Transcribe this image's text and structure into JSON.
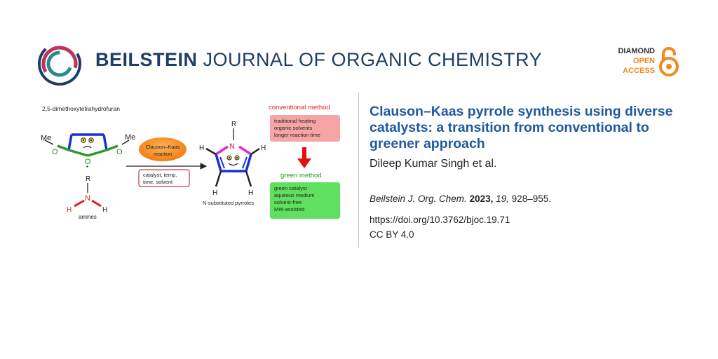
{
  "journal": {
    "name_bold": "BEILSTEIN",
    "name_rest": "JOURNAL OF ORGANIC CHEMISTRY"
  },
  "access_badge": {
    "line1": "DIAMOND",
    "line2": "OPEN",
    "line3": "ACCESS",
    "icon": "open-lock-icon",
    "color": "#f08a1c"
  },
  "article": {
    "title": "Clauson–Kaas pyrrole synthesis using diverse catalysts: a transition from conventional to greener approach",
    "authors": "Dileep Kumar Singh et al.",
    "citation": {
      "journal_abbr": "Beilstein J. Org. Chem.",
      "year": "2023,",
      "volume": "19,",
      "pages": "928–955."
    },
    "doi": "https://doi.org/10.3762/bjoc.19.71",
    "license": "CC BY 4.0"
  },
  "graphical_abstract": {
    "reactant1_name": "2,5-dimethoxytetrahydrofuran",
    "me_left": "Me",
    "me_right": "Me",
    "o_left": "O",
    "o_ring": "O",
    "o_right": "O",
    "plus": "+",
    "amine_r": "R",
    "amine_n": "N",
    "amine_h1": "H",
    "amine_h2": "H",
    "amine_name": "amines",
    "reaction_line1": "Clauson–Kaas",
    "reaction_line2": "reaction",
    "conditions_line1": "catalyst, temp.",
    "conditions_line2": "time, solvent",
    "product_r": "R",
    "product_n": "N",
    "product_h_tl": "H",
    "product_h_tr": "H",
    "product_h_bl": "H",
    "product_h_br": "H",
    "product_name": "N-substituted pyrroles",
    "conventional_title": "conventional method",
    "conventional_items": [
      "traditional heating",
      "organic solvents",
      "longer reaction time"
    ],
    "green_title": "green method",
    "green_items": [
      "green catalyst",
      "aqueous medium",
      "solvent-free",
      "MW-assisted"
    ],
    "colors": {
      "ring_blue": "#1a2fd6",
      "bond_green": "#2a9a2a",
      "oxygen_green": "#1f8a1f",
      "nitrogen_red": "#e21b1b",
      "nitrogen_magenta": "#e02bd0",
      "face_yellow": "#f2ec3a",
      "reaction_orange": "#f07d10",
      "conventional_red": "#e02020",
      "conventional_fill": "#f6a4a4",
      "green_title": "#1f9a1f",
      "green_fill": "#5fe05f",
      "arrow_red": "#e01010"
    }
  }
}
